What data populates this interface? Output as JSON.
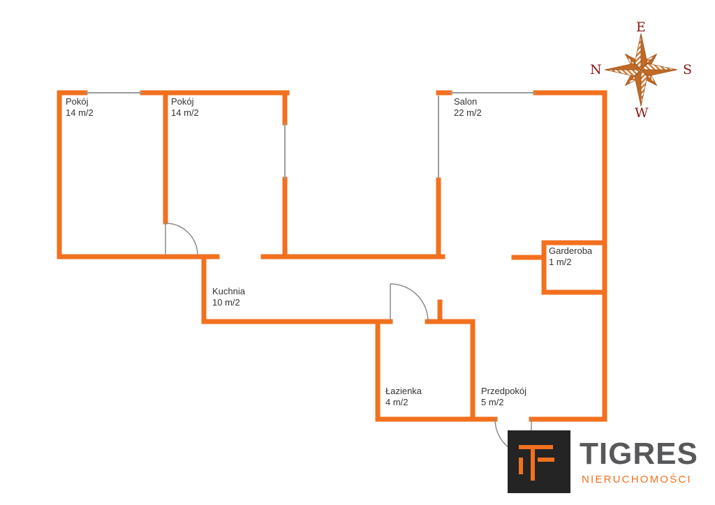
{
  "colors": {
    "wall": "#f3701e",
    "window": "#9a9a9a",
    "door": "#8a8a8a",
    "label_text": "#333333",
    "compass_letter": "#8b1616",
    "logo_background": "#242424",
    "logo_title_text": "#57585a",
    "logo_subtitle_text": "#f3701e"
  },
  "rooms": [
    {
      "name": "Pokój",
      "area": "14 m/2"
    },
    {
      "name": "Pokój",
      "area": "14 m/2"
    },
    {
      "name": "Salon",
      "area": "22 m/2"
    },
    {
      "name": "Kuchnia",
      "area": "10 m/2"
    },
    {
      "name": "Garderoba",
      "area": "1 m/2"
    },
    {
      "name": "Łazienka",
      "area": "4 m/2"
    },
    {
      "name": "Przedpokój",
      "area": "5 m/2"
    }
  ],
  "compass": {
    "top": "E",
    "right": "S",
    "bottom": "W",
    "left": "N"
  },
  "logo": {
    "title": "TIGRES",
    "subtitle": "NIERUCHOMOŚCI"
  }
}
